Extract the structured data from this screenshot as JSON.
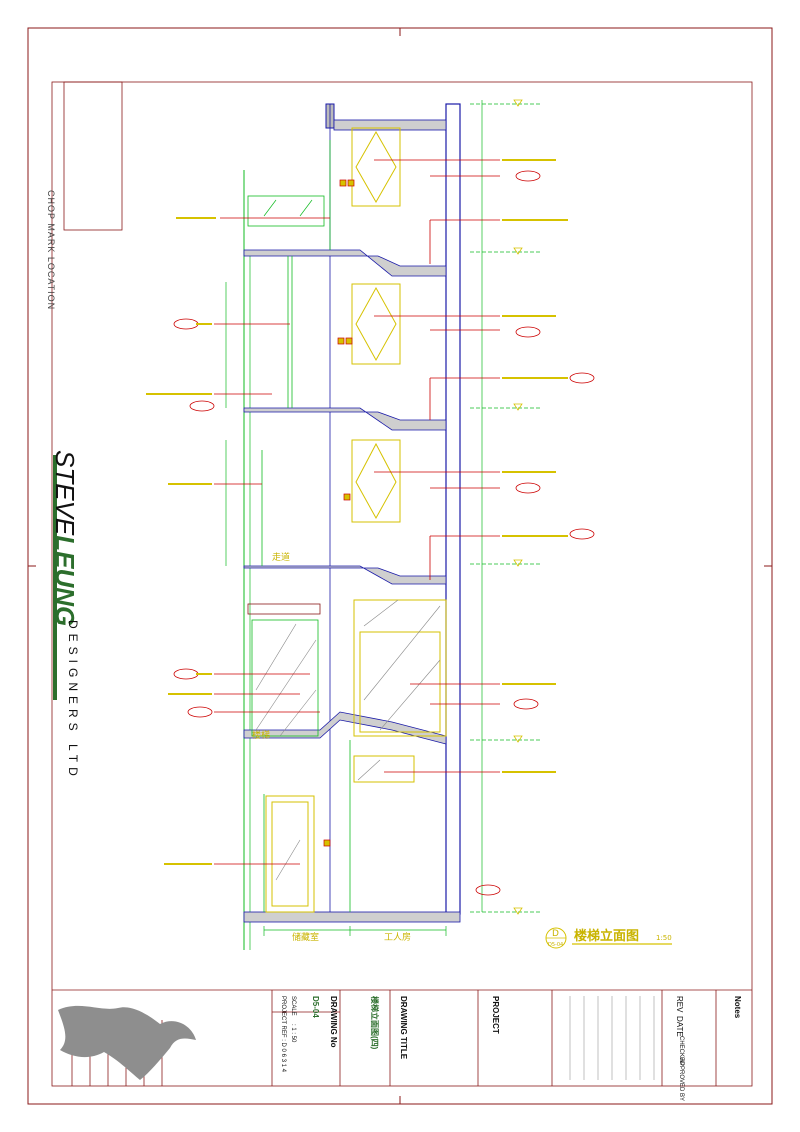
{
  "drawing": {
    "chop_mark": "CHOP MARK LOCATION",
    "brand_a": "STEVE",
    "brand_b": "LEUNG",
    "brand_sub": "DESIGNERS LTD",
    "elevation_marker": "D",
    "elevation_sheet": "D5-04",
    "elevation_title": "楼梯立面图",
    "elevation_scale": "1:50",
    "room_left": "储藏室",
    "room_right": "工人房",
    "room_corridor": "走道",
    "room_stair": "楼梯"
  },
  "title_block": {
    "notes_label": "Notes",
    "project_label": "PROJECT",
    "drawing_title_label": "DRAWING TITLE",
    "drawing_title_value": "楼梯立面图(四)",
    "drawing_no_label": "DRAWING No",
    "drawing_no_value": "D5-04",
    "scale_label": "SCALE",
    "scale_value": ": 1 : 50",
    "project_ref_label": "PROJECT REF : D 0 6 3 1 4",
    "rev_label": "REV",
    "date_label": "DATE",
    "checked_label": "CHECKED",
    "approved_label": "APPROVED BY"
  },
  "colors": {
    "frame": "#8b1a1a",
    "wall": "#1a1aa8",
    "fixture": "#d6c200",
    "dim": "#11bb22",
    "leader": "#cc0000",
    "text": "#c9b400",
    "hatch": "#777777"
  }
}
